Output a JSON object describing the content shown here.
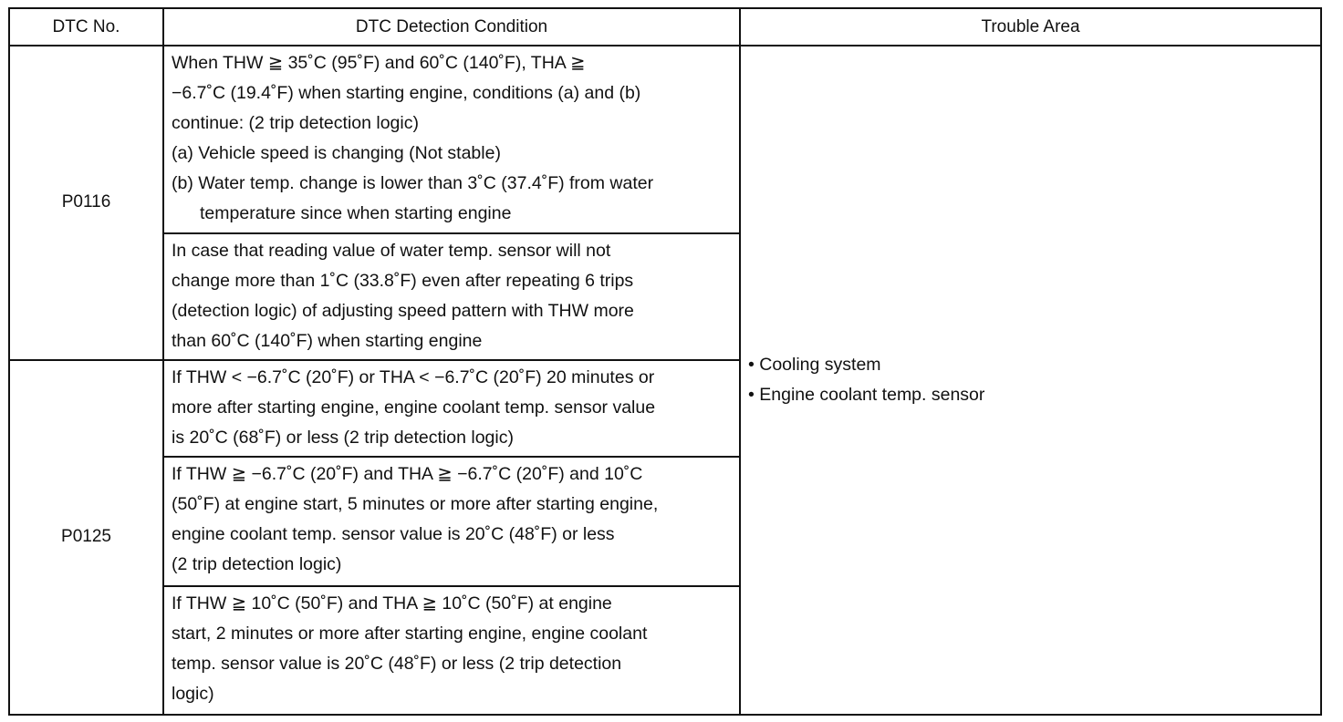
{
  "table": {
    "headers": {
      "dtc_no": "DTC No.",
      "condition": "DTC Detection Condition",
      "trouble_area": "Trouble Area"
    },
    "groups": [
      {
        "dtc_no": "P0116",
        "conditions": [
          {
            "lines": [
              "When THW ≧ 35˚C (95˚F)  and 60˚C (140˚F), THA ≧",
              "−6.7˚C (19.4˚F) when starting engine, conditions (a) and (b)",
              "continue: (2 trip detection logic)",
              "(a) Vehicle speed is changing (Not stable)",
              "(b) Water temp. change is lower than 3˚C (37.4˚F) from water",
              "temperature since when starting engine"
            ]
          },
          {
            "lines": [
              "In case that reading value of water temp. sensor will not",
              "change more than 1˚C (33.8˚F) even after repeating 6 trips",
              "(detection logic) of adjusting speed pattern with THW more",
              "than 60˚C (140˚F) when starting engine"
            ]
          }
        ]
      },
      {
        "dtc_no": "P0125",
        "conditions": [
          {
            "lines": [
              "If THW < −6.7˚C (20˚F) or THA < −6.7˚C (20˚F) 20 minutes or",
              "more after starting engine, engine coolant temp. sensor value",
              "is  20˚C (68˚F) or less (2 trip detection logic)"
            ]
          },
          {
            "lines": [
              "If THW ≧ −6.7˚C (20˚F) and THA ≧ −6.7˚C (20˚F) and 10˚C",
              "(50˚F) at engine start, 5 minutes or more after starting engine,",
              "engine coolant temp. sensor value is 20˚C (48˚F) or less",
              "(2 trip detection logic)"
            ]
          },
          {
            "lines": [
              "If THW ≧ 10˚C (50˚F) and THA ≧ 10˚C (50˚F) at engine",
              "start, 2 minutes or more after starting engine, engine coolant",
              "temp. sensor value is 20˚C (48˚F) or less (2 trip detection",
              "logic)"
            ]
          }
        ]
      }
    ],
    "trouble_area": [
      "• Cooling system",
      "• Engine coolant temp. sensor"
    ]
  }
}
